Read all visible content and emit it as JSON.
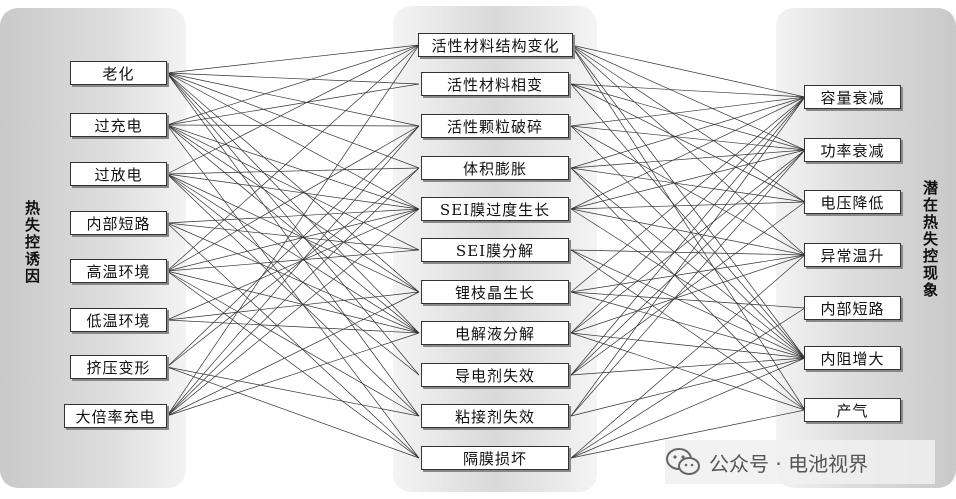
{
  "left_group": {
    "title": "热失控诱因",
    "items": [
      "老化",
      "过充电",
      "过放电",
      "内部短路",
      "高温环境",
      "低温环境",
      "挤压变形",
      "大倍率充电"
    ]
  },
  "middle_group": {
    "items": [
      "活性材料结构变化",
      "活性材料相变",
      "活性颗粒破碎",
      "体积膨胀",
      "SEI膜过度生长",
      "SEI膜分解",
      "锂枝晶生长",
      "电解液分解",
      "导电剂失效",
      "粘接剂失效",
      "隔膜损坏"
    ]
  },
  "right_group": {
    "title": "潜在热失控现象",
    "items": [
      "容量衰减",
      "功率衰减",
      "电压降低",
      "异常温升",
      "内部短路",
      "内阻增大",
      "产气"
    ]
  },
  "watermark": {
    "text": "公众号 · 电池视界",
    "icon": "wechat-icon"
  }
}
